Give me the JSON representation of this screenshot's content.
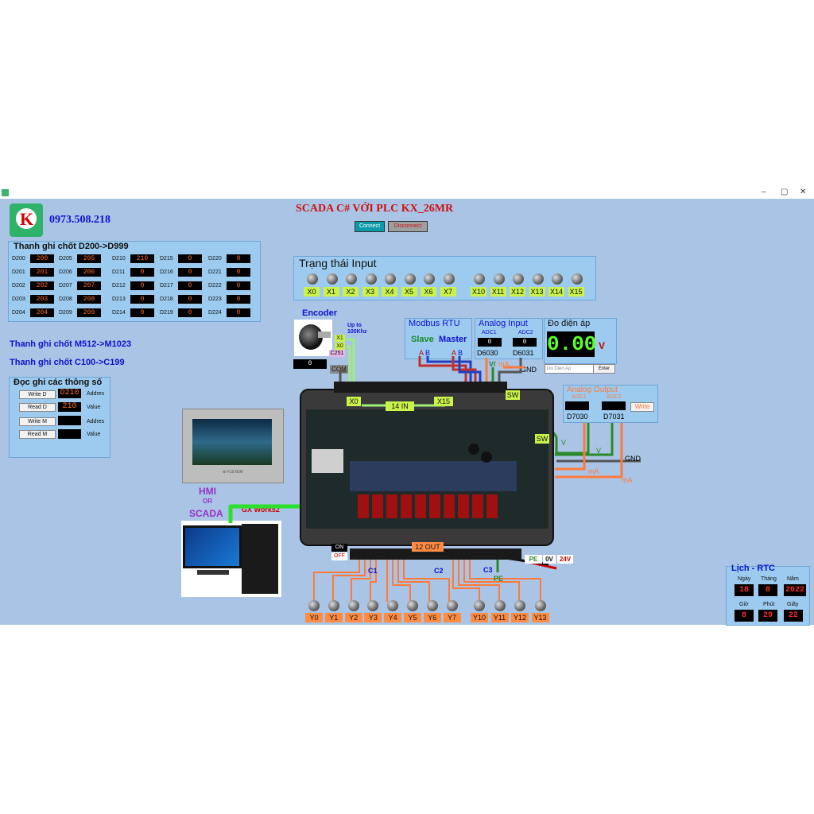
{
  "window": {
    "minimize": "–",
    "maximize": "▢",
    "close": "✕"
  },
  "header": {
    "logo_letter": "K",
    "phone": "0973.508.218",
    "title": "SCADA C# VỚI PLC KX_26MR",
    "connect": "Connect",
    "disconnect": "Disconnect"
  },
  "registers_d200": {
    "title": "Thanh ghi chốt D200->D999",
    "cols": [
      [
        [
          "D200",
          "200"
        ],
        [
          "D201",
          "201"
        ],
        [
          "D202",
          "202"
        ],
        [
          "D203",
          "203"
        ],
        [
          "D204",
          "204"
        ]
      ],
      [
        [
          "D205",
          "205"
        ],
        [
          "D206",
          "206"
        ],
        [
          "D207",
          "207"
        ],
        [
          "D208",
          "208"
        ],
        [
          "D209",
          "209"
        ]
      ],
      [
        [
          "D210",
          "210"
        ],
        [
          "D211",
          "0"
        ],
        [
          "D212",
          "0"
        ],
        [
          "D213",
          "0"
        ],
        [
          "D214",
          "0"
        ]
      ],
      [
        [
          "D215",
          "0"
        ],
        [
          "D216",
          "0"
        ],
        [
          "D217",
          "0"
        ],
        [
          "D218",
          "0"
        ],
        [
          "D219",
          "0"
        ]
      ],
      [
        [
          "D220",
          "0"
        ],
        [
          "D221",
          "0"
        ],
        [
          "D222",
          "0"
        ],
        [
          "D223",
          "0"
        ],
        [
          "D224",
          "0"
        ]
      ]
    ]
  },
  "links": {
    "m_range": "Thanh ghi chốt M512->M1023",
    "c_range": "Thanh ghi chốt C100->C199"
  },
  "rw_panel": {
    "title": "Đọc ghi các thông số",
    "write_d": "Write D",
    "read_d": "Read D",
    "write_m": "Write M",
    "read_m": "Read M",
    "d_addr": "D210",
    "d_value": "210",
    "m_addr": "",
    "m_value": "",
    "addres1": "Addres",
    "value1": "Value",
    "addres2": "Addres",
    "value2": "Value"
  },
  "input_status": {
    "title": "Trạng thái Input",
    "group1": [
      "X0",
      "X1",
      "X2",
      "X3",
      "X4",
      "X5",
      "X6",
      "X7"
    ],
    "group2": [
      "X10",
      "X11",
      "X12",
      "X13",
      "X14",
      "X15"
    ]
  },
  "encoder": {
    "title": "Encoder",
    "speed": "Up to\n100Khz",
    "x1": "X1",
    "x0": "X0",
    "c251": "C251",
    "value": "0",
    "com": "COM"
  },
  "modbus": {
    "title": "Modbus RTU",
    "slave": "Slave",
    "master": "Master",
    "a1": "A",
    "b1": "B",
    "a2": "A",
    "b2": "B"
  },
  "analog_input": {
    "title": "Analog Input",
    "adc1": "ADC1",
    "adc2": "ADC2",
    "v1": "0",
    "v2": "0",
    "d1": "D6030",
    "d2": "D6031",
    "v": "V/",
    "ma": "mA",
    "gnd": "GND"
  },
  "voltage": {
    "title": "Đo điện áp",
    "value": "0.00",
    "unit": "V",
    "select": "Do Dien Ap",
    "enter": "Enter"
  },
  "analog_output": {
    "title": "Analog Output",
    "adc1": "ADC1",
    "adc2": "ADC2",
    "d1": "D7030",
    "d2": "D7031",
    "write": "Write"
  },
  "plc": {
    "sw1": "SW",
    "sw2": "SW",
    "x0": "X0",
    "in14": "14 IN",
    "x15": "X15",
    "out12": "12 OUT",
    "on": "ON",
    "off": "OFF",
    "c1": "C1",
    "c2": "C2",
    "c3": "C3",
    "pe": "PE",
    "pe_btn": "PE",
    "ov": "0V",
    "v24": "24V",
    "v_a": "V",
    "v_b": "V",
    "ma_a": "mA",
    "ma_b": "mA",
    "gnd": "GND"
  },
  "hmi": {
    "hmi": "HMI",
    "or": "OR",
    "scada": "SCADA",
    "gxworks": "GX Works2",
    "brand": "⊕ FLEXEM"
  },
  "outputs": {
    "group1": [
      "Y0",
      "Y1",
      "Y2",
      "Y3",
      "Y4",
      "Y5",
      "Y6",
      "Y7"
    ],
    "group2": [
      "Y10",
      "Y11",
      "Y12",
      "Y13"
    ]
  },
  "rtc": {
    "title": "Lịch - RTC",
    "day_l": "Ngày",
    "month_l": "Tháng",
    "year_l": "Năm",
    "hour_l": "Giờ",
    "min_l": "Phút",
    "sec_l": "Giây",
    "day": "18",
    "month": "8",
    "year": "2022",
    "hour": "8",
    "min": "29",
    "sec": "22"
  },
  "colors": {
    "bg": "#a9c4e4",
    "panel": "#9ccbef",
    "accent_orange": "#ff8c42",
    "accent_green": "#c9f24a",
    "led_off": "#666666",
    "title_red": "#cc1111"
  }
}
